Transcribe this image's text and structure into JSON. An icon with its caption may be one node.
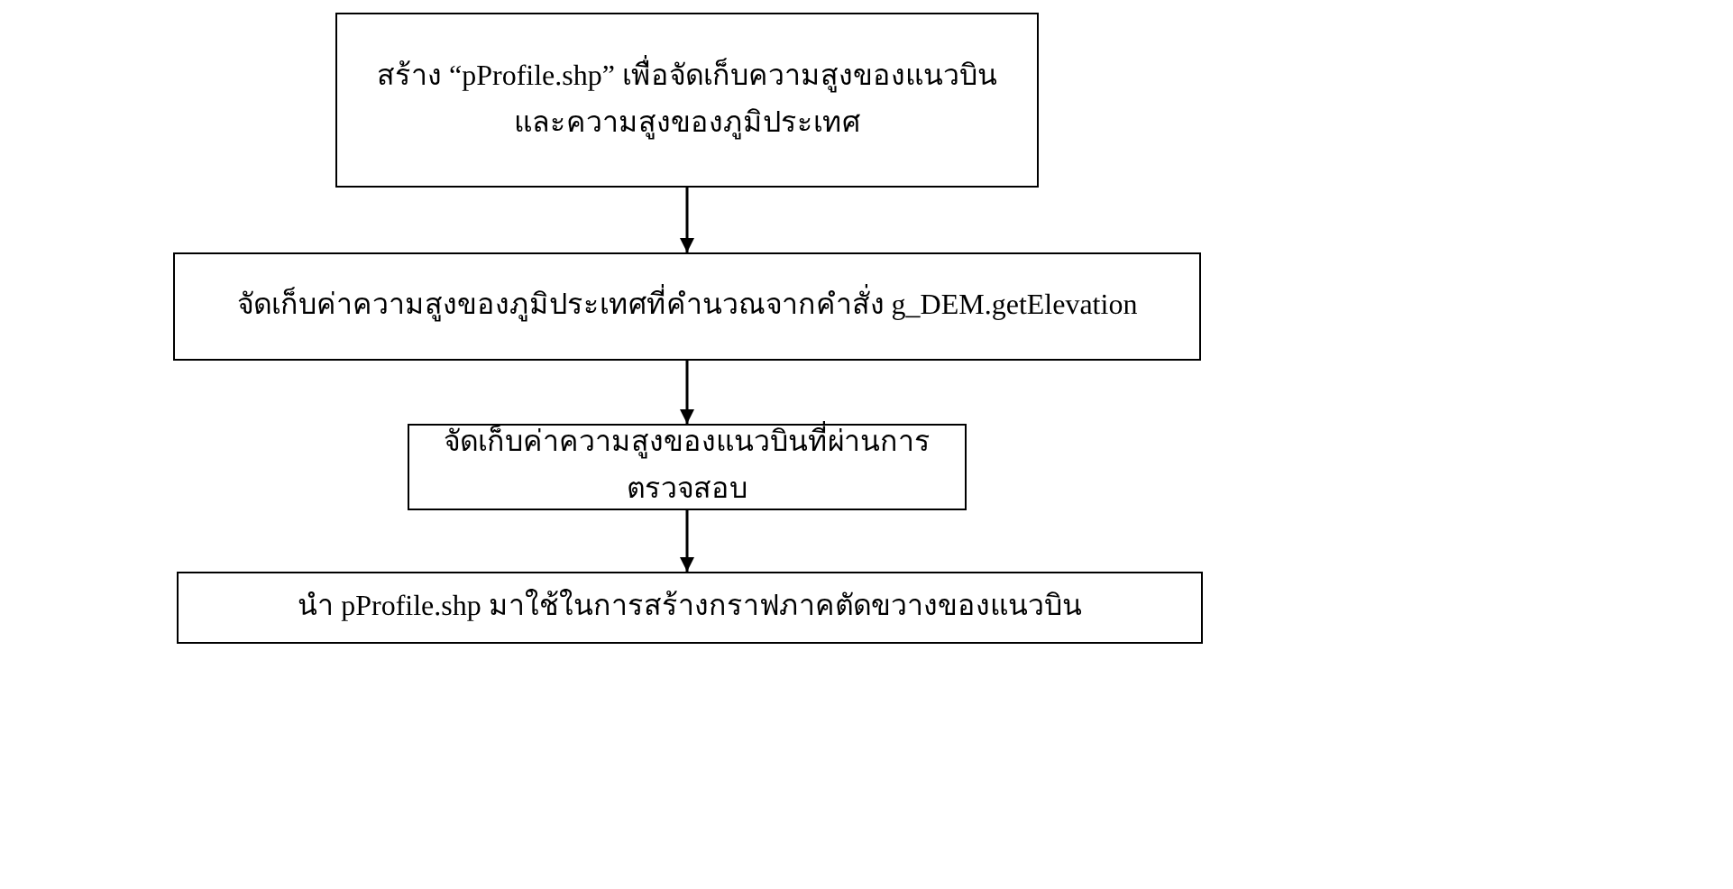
{
  "diagram": {
    "nodes": [
      {
        "text": [
          "สร้าง “pProfile.shp” เพื่อจัดเก็บความสูงของแนวบิน และความสูงของภูมิประเทศ"
        ]
      },
      {
        "text": [
          "จัดเก็บค่าความสูงของภูมิประเทศที่คำนวณจากคำสั่ง g_DEM.getElevation"
        ]
      },
      {
        "text": [
          "จัดเก็บค่าความสูงของแนวบินที่ผ่านการตรวจสอบ"
        ]
      },
      {
        "text": [
          "นำ pProfile.shp มาใช้ในการสร้างกราฟภาคตัดขวางของแนวบิน"
        ]
      }
    ],
    "edges": [
      {
        "from": 0,
        "to": 1,
        "arrow": "to"
      },
      {
        "from": 1,
        "to": 2,
        "arrow": "to"
      },
      {
        "from": 2,
        "to": 3,
        "arrow": "to"
      }
    ]
  }
}
